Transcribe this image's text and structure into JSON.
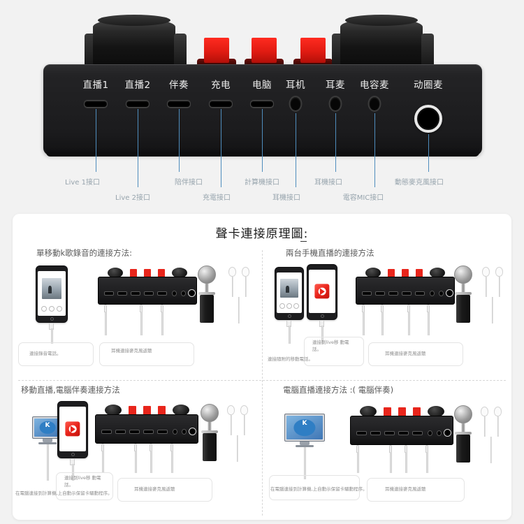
{
  "hardware": {
    "ports": [
      {
        "label": "直播1",
        "type": "usb",
        "callout": "Live 1接口",
        "callout_row": 0
      },
      {
        "label": "直播2",
        "type": "usb",
        "callout": "Live 2接口",
        "callout_row": 1
      },
      {
        "label": "伴奏",
        "type": "usb",
        "callout": "陪伴接口",
        "callout_row": 0
      },
      {
        "label": "充电",
        "type": "usb",
        "callout": "充電接口",
        "callout_row": 1
      },
      {
        "label": "电脑",
        "type": "usb",
        "callout": "計算機接口",
        "callout_row": 0
      },
      {
        "label": "耳机",
        "type": "jack",
        "callout": "耳機接口",
        "callout_row": 1
      },
      {
        "label": "耳麦",
        "type": "jack",
        "callout": "耳機接口",
        "callout_row": 0
      },
      {
        "label": "电容麦",
        "type": "jack",
        "callout": "電容MIC接口",
        "callout_row": 1
      },
      {
        "label": "动圈麦",
        "type": "big-jack",
        "callout": "動態麥克風接口",
        "callout_row": 0
      }
    ]
  },
  "diagram": {
    "title": "聲卡連接原理圖:",
    "quadrants": [
      {
        "heading": "單移動k歌錄音的連接方法:",
        "notes": [
          "連接錄音電話。",
          "耳機連接麥克風返聽"
        ]
      },
      {
        "heading": "兩台手機直播的連接方法",
        "notes": [
          "連接到live移\n動電話。",
          "連接隨附的移動電話。",
          "耳機連接麥克風返聽"
        ]
      },
      {
        "heading": "移動直播,電腦伴奏連接方法",
        "notes": [
          "連接到live移\n動電話。",
          "在電腦連接到計算機,上自動示保留卡驅動程序。",
          "耳機連接麥克風返聽"
        ]
      },
      {
        "heading": "電腦直播連接方法 :( 電腦伴奏)",
        "notes": [
          "在電腦連接到計算機,上自動示保留卡驅動程序。",
          "耳機連接麥克風返聽"
        ]
      }
    ],
    "app_labels": {
      "music_app": "",
      "live_app": "",
      "karaoke_app": "K"
    }
  },
  "colors": {
    "page_bg": "#f2f2f2",
    "card_bg": "#ffffff",
    "device_black": "#1b1b1d",
    "slider_red": "#e8251b",
    "lead_blue": "#4f8dbd",
    "callout_gray": "#97a4ad"
  }
}
